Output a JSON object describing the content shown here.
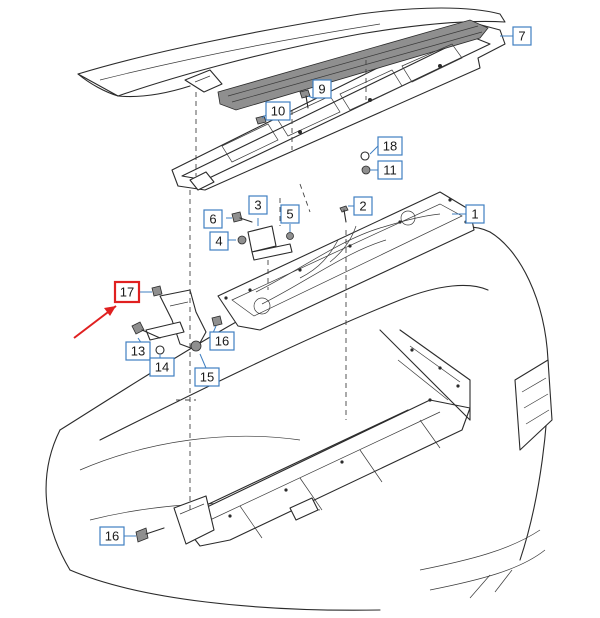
{
  "callouts": [
    {
      "id": "1",
      "label": "1"
    },
    {
      "id": "2",
      "label": "2"
    },
    {
      "id": "3",
      "label": "3"
    },
    {
      "id": "4",
      "label": "4"
    },
    {
      "id": "5",
      "label": "5"
    },
    {
      "id": "6",
      "label": "6"
    },
    {
      "id": "7",
      "label": "7"
    },
    {
      "id": "9",
      "label": "9"
    },
    {
      "id": "10",
      "label": "10"
    },
    {
      "id": "11",
      "label": "11"
    },
    {
      "id": "13",
      "label": "13"
    },
    {
      "id": "14",
      "label": "14"
    },
    {
      "id": "15",
      "label": "15"
    },
    {
      "id": "16a",
      "label": "16"
    },
    {
      "id": "16b",
      "label": "16"
    },
    {
      "id": "17",
      "label": "17",
      "highlighted": true
    },
    {
      "id": "18",
      "label": "18"
    }
  ],
  "colors": {
    "callout_border": "#3f7fc1",
    "highlight": "#e02020",
    "line": "#2b2b2b"
  }
}
